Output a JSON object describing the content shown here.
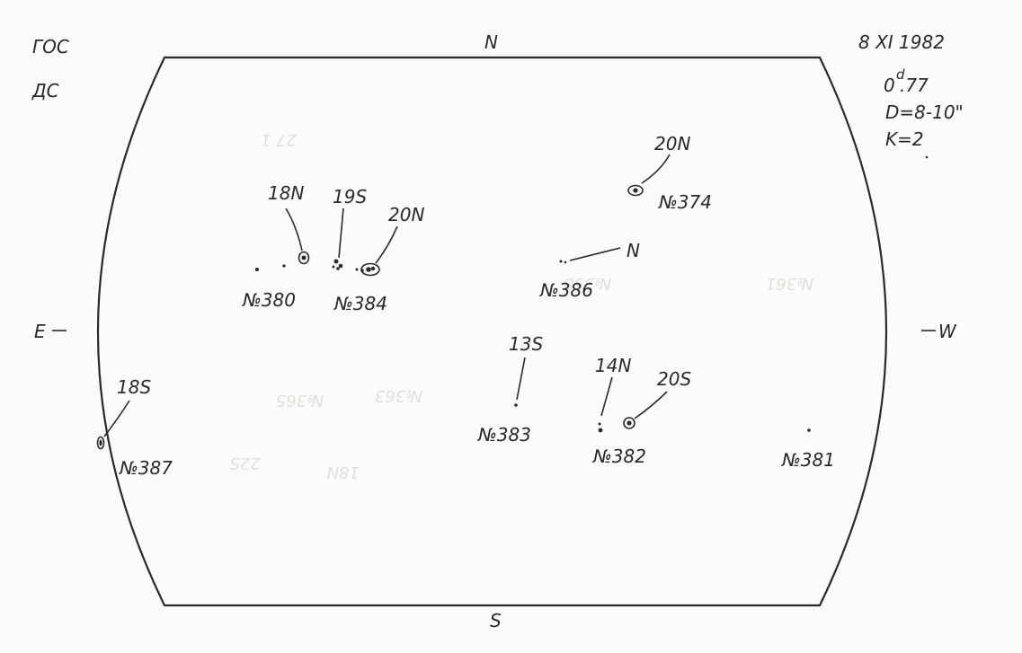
{
  "header": {
    "left_line1": "ГОС",
    "left_line2": "ДС",
    "date": "8 XI 1982",
    "time_base": "0",
    "time_sup": "d",
    "time_frac": ".77",
    "seeing": "D=8-10\"",
    "quality": "K=2"
  },
  "compass": {
    "north": "N",
    "south": "S",
    "east": "E",
    "west": "W"
  },
  "groups": [
    {
      "latitude": "20N",
      "number": "№374"
    },
    {
      "latitude": "18N",
      "number": "№380"
    },
    {
      "latitude": "19S",
      "number": ""
    },
    {
      "latitude": "20N",
      "number": "№384"
    },
    {
      "latitude": "N",
      "number": "№386"
    },
    {
      "latitude": "13S",
      "number": "№383"
    },
    {
      "latitude": "14N",
      "number": "№382"
    },
    {
      "latitude": "20S",
      "number": ""
    },
    {
      "latitude": "18S",
      "number": "№387"
    },
    {
      "latitude": "",
      "number": "№381"
    }
  ]
}
